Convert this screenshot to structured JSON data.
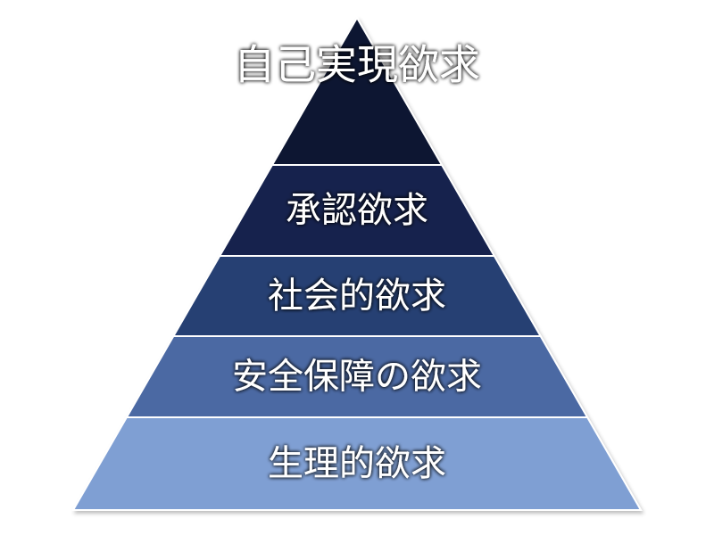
{
  "pyramid": {
    "tiers": [
      {
        "label": "自己実現欲求",
        "fill": "#0b1530"
      },
      {
        "label": "承認欲求",
        "fill": "#15244e"
      },
      {
        "label": "社会的欲求",
        "fill": "#283f73"
      },
      {
        "label": "安全保障の欲求",
        "fill": "#4c69a3"
      },
      {
        "label": "生理的欲求",
        "fill": "#7f9fd3"
      }
    ]
  }
}
